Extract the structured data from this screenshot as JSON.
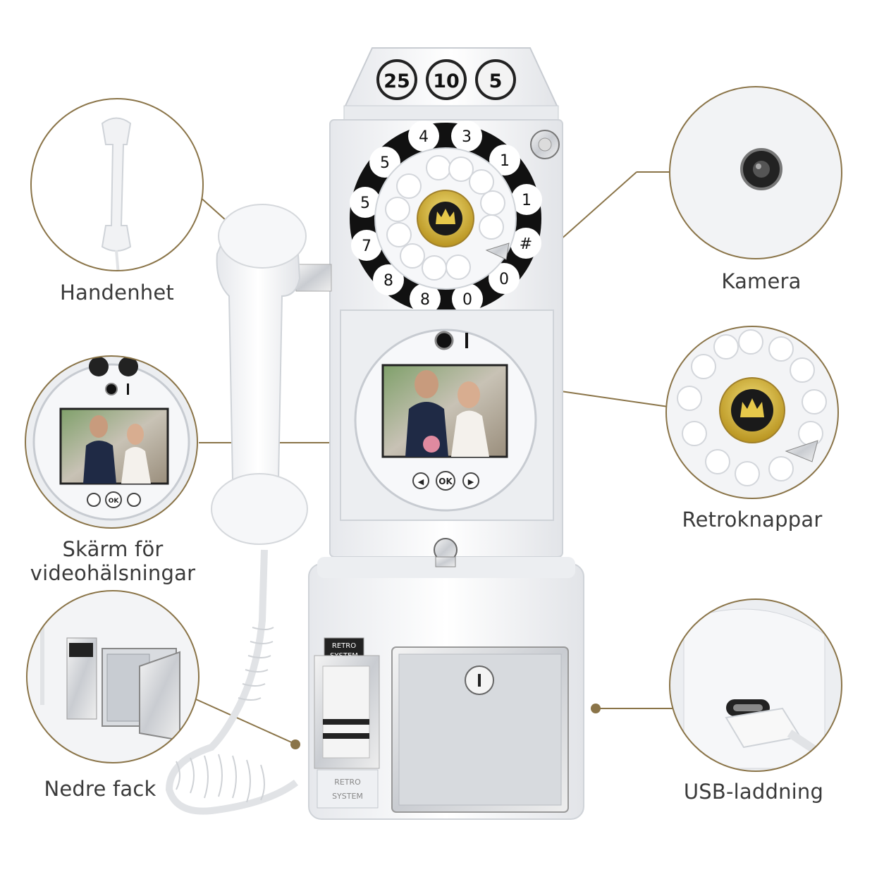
{
  "coin_slots": [
    "25",
    "10",
    "5"
  ],
  "dial_numbers": [
    "4",
    "3",
    "1",
    "1",
    "#",
    "0",
    "0",
    "8",
    "8",
    "7",
    "5",
    "5"
  ],
  "screen_buttons": {
    "prev": "◀",
    "ok": "OK",
    "next": "▶"
  },
  "badge_text": {
    "retro": "RETRO",
    "system": "SYSTEM"
  },
  "labels": {
    "handset": "Handenhet",
    "camera": "Kamera",
    "screen_line1": "Skärm för",
    "screen_line2": "videohälsningar",
    "buttons": "Retroknappar",
    "compartment": "Nedre fack",
    "usb": "USB-laddning"
  },
  "colors": {
    "accent": "#8a7448",
    "label": "#3a3a3a",
    "phone_body": "#f4f5f7",
    "dial_black": "#111111",
    "gold": "#d4b43a"
  }
}
